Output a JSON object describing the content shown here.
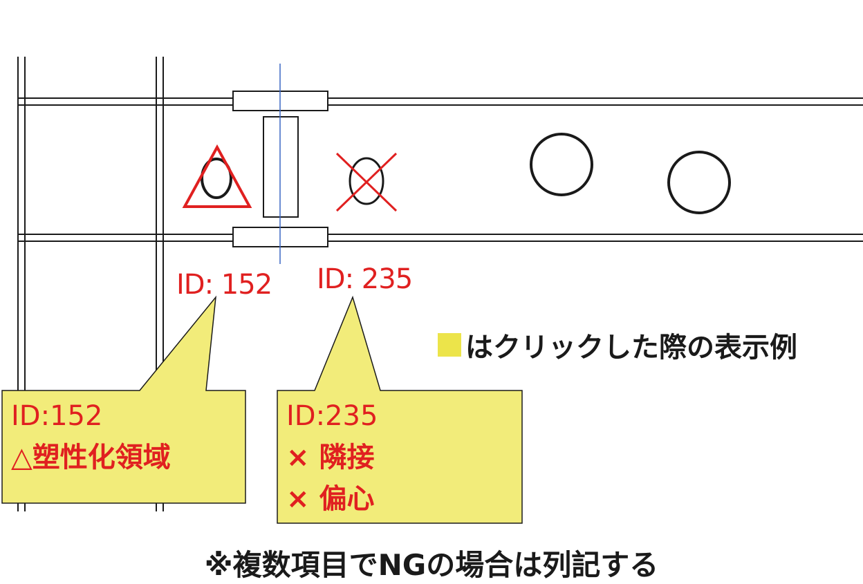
{
  "colors": {
    "ng_red": "#e02020",
    "callout_fill": "#f2ec7a",
    "legend_swatch": "#ece44a",
    "line_black": "#1a1a1a",
    "axis_blue": "#3a66c4"
  },
  "markers": [
    {
      "id_label": "ID: 152",
      "symbol": "triangle-icon"
    },
    {
      "id_label": "ID: 235",
      "symbol": "cross-icon"
    }
  ],
  "callouts": [
    {
      "id_line": "ID:152",
      "items": [
        "△塑性化領域"
      ]
    },
    {
      "id_line": "ID:235",
      "items": [
        "× 隣接",
        "× 偏心"
      ]
    }
  ],
  "legend": {
    "text": "はクリックした際の表示例"
  },
  "footnote": "※複数項目でNGの場合は列記する"
}
